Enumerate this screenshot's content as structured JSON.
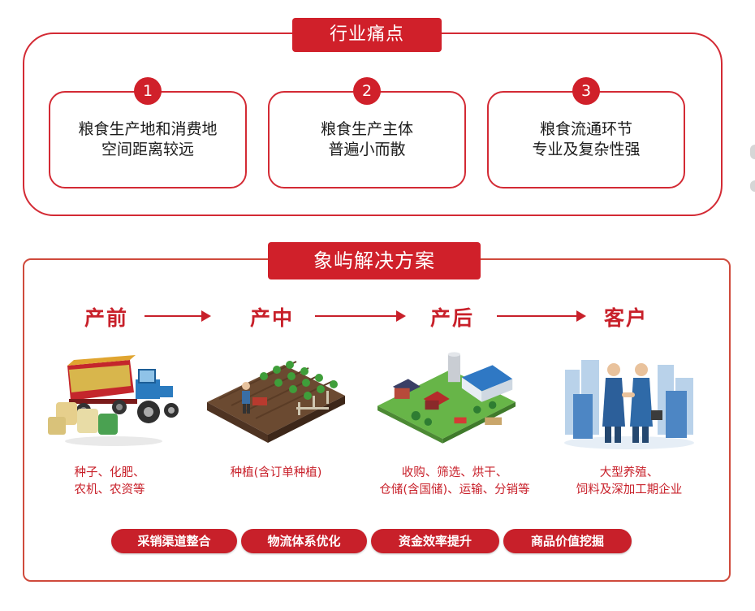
{
  "pain_points": {
    "title": "行业痛点",
    "items": [
      {
        "number": "1",
        "line1": "粮食生产地和消费地",
        "line2": "空间距离较远"
      },
      {
        "number": "2",
        "line1": "粮食生产主体",
        "line2": "普遍小而散"
      },
      {
        "number": "3",
        "line1": "粮食流通环节",
        "line2": "专业及复杂性强"
      }
    ]
  },
  "solution": {
    "title": "象屿解决方案",
    "stages": [
      {
        "label": "产前",
        "image": "tractor-grain-trailer-illustration",
        "desc_line1": "种子、化肥、",
        "desc_line2": "农机、农资等"
      },
      {
        "label": "产中",
        "image": "farmer-planting-field-illustration",
        "desc_line1": "种植(含订单种植)",
        "desc_line2": ""
      },
      {
        "label": "产后",
        "image": "grain-warehouse-farm-illustration",
        "desc_line1": "收购、筛选、烘干、",
        "desc_line2": "仓储(含国储)、运输、分销等"
      },
      {
        "label": "客户",
        "image": "businessmen-handshake-illustration",
        "desc_line1": "大型养殖、",
        "desc_line2": "饲料及深加工期企业"
      }
    ],
    "capabilities": [
      "采销渠道整合",
      "物流体系优化",
      "资金效率提升",
      "商品价值挖掘"
    ]
  },
  "colors": {
    "accent": "#d0202a",
    "border": "#d32a34"
  }
}
